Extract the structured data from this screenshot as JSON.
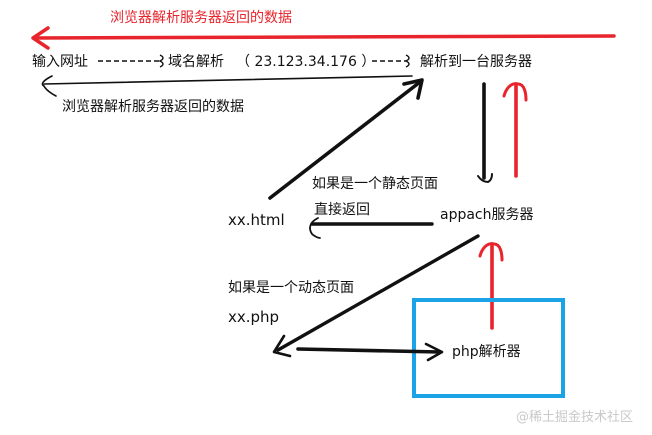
{
  "labels": {
    "return_top": "浏览器解析服务器返回的数据",
    "input_url": "输入网址",
    "domain_resolve": "域名解析",
    "ip": "（ 23.123.34.176 ）",
    "resolve_server": "解析到一台服务器",
    "return_mid": "浏览器解析服务器返回的数据",
    "if_static": "如果是一个静态页面",
    "return_direct": "直接返回",
    "html_file": "xx.html",
    "apache": "appach服务器",
    "if_dynamic": "如果是一个动态页面",
    "php_file": "xx.php",
    "php_parser": "php解析器"
  },
  "watermark": "@稀土掘金技术社区",
  "colors": {
    "ink": "#111111",
    "red": "#e8242c",
    "blue": "#1aa3e6",
    "watermark": "#c9c9c9"
  }
}
